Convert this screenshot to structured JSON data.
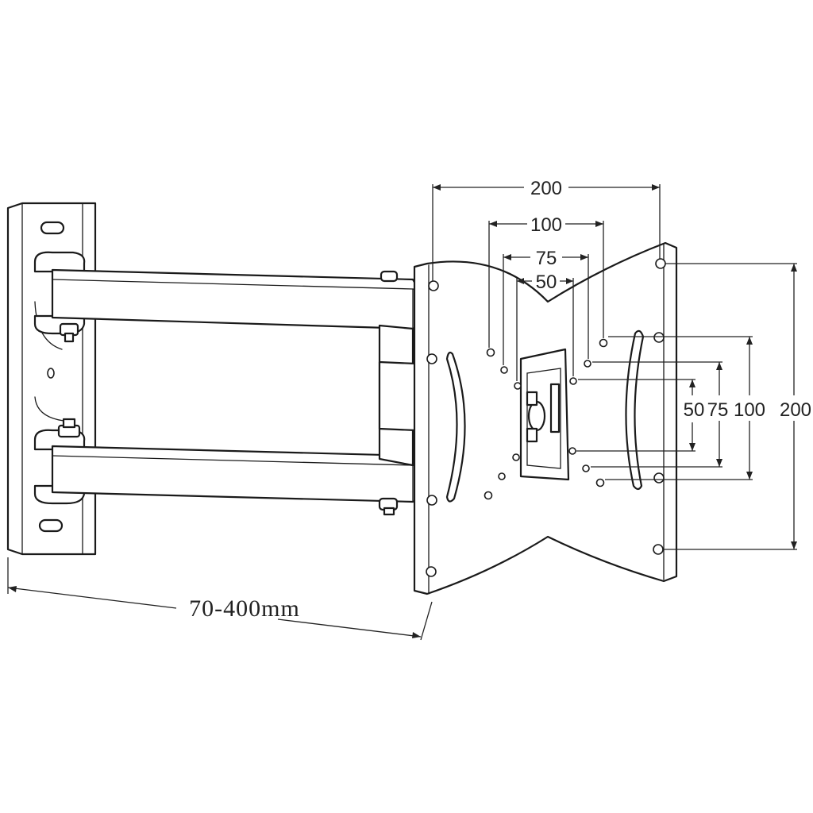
{
  "dimensions": {
    "vesa_outer_width": "200",
    "vesa_100_width": "100",
    "vesa_75_width": "75",
    "vesa_50_width": "50",
    "vesa_50_height": "50",
    "vesa_75_height": "75",
    "vesa_100_height": "100",
    "vesa_outer_height": "200",
    "wall_distance": "70-400mm"
  }
}
